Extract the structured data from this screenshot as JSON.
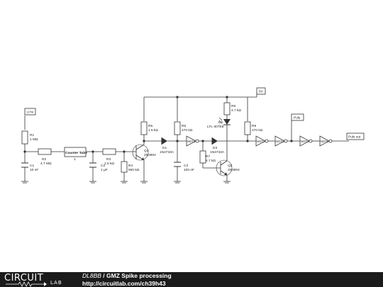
{
  "footer": {
    "logo_text": "CIRCUIT",
    "logo_lab": "LAB",
    "user": "DL8BB",
    "separator": " / ",
    "title": "GMZ Spike processing",
    "url": "http://circuitlab.com/ch39h43"
  },
  "nets": {
    "v_hv": "U hv",
    "v_5v": "5V",
    "puls": "Puls",
    "puls_out": "Puls out"
  },
  "components": {
    "R1": {
      "ref": "R1",
      "value": "1 MΩ"
    },
    "R2": {
      "ref": "R2",
      "value": "4.7 MΩ"
    },
    "C1": {
      "ref": "C1",
      "value": "10 nF"
    },
    "TUBE": {
      "label": "Counter Tube",
      "pin": "1"
    },
    "R3": {
      "ref": "R3",
      "value": "1.5 kΩ"
    },
    "C2": {
      "ref": "C2",
      "value": "1 µF"
    },
    "R4": {
      "ref": "R4",
      "value": "560 kΩ"
    },
    "Q1": {
      "ref": "Q1",
      "value": "2N3904"
    },
    "R5": {
      "ref": "R5",
      "value": "1.5 kΩ"
    },
    "D1": {
      "ref": "D1",
      "value": "1N4733A"
    },
    "R6": {
      "ref": "R6",
      "value": "470 kΩ"
    },
    "C3": {
      "ref": "C3",
      "value": "100 nF"
    },
    "NOT1": {
      "ref": "NOT1"
    },
    "D3": {
      "ref": "D3",
      "value": "1N4733A"
    },
    "R7": {
      "ref": "R7",
      "value": "4.7 kΩ"
    },
    "R8": {
      "ref": "R8",
      "value": "4.7 kΩ"
    },
    "D2": {
      "ref": "D2",
      "value": "LTL-307EE"
    },
    "Q2": {
      "ref": "Q2",
      "value": "2N3904"
    },
    "R9": {
      "ref": "R9",
      "value": "470 kΩ"
    },
    "NOT2": {
      "ref": "NOT2"
    },
    "NOT3": {
      "ref": "NOT3"
    },
    "NOT4": {
      "ref": "NOT4"
    },
    "NOT5": {
      "ref": "NOT5"
    }
  }
}
